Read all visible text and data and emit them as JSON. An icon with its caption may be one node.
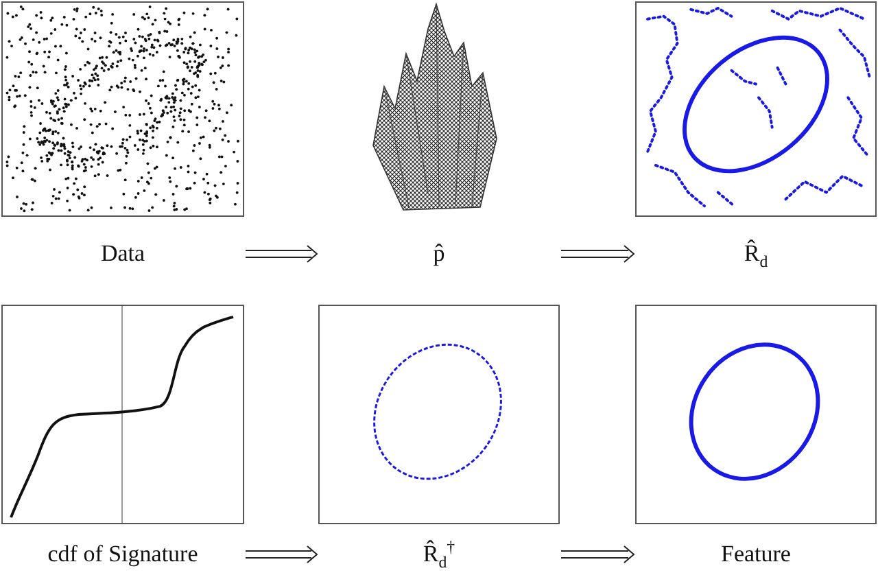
{
  "diagram": {
    "nodes": [
      {
        "text": [
          "Data"
        ]
      },
      {
        "text": [
          "p̂"
        ]
      },
      {
        "text": [
          "R̂$_{d}$"
        ]
      },
      {
        "text": [
          "cdf of Signature"
        ]
      },
      {
        "text": [
          "R̂$_{d}$$^{†}$"
        ]
      },
      {
        "text": [
          "Feature"
        ]
      }
    ],
    "edges": [
      {
        "from": 0,
        "to": 1,
        "arrow": "to"
      },
      {
        "from": 1,
        "to": 2,
        "arrow": "to"
      },
      {
        "from": 3,
        "to": 4,
        "arrow": "to"
      },
      {
        "from": 4,
        "to": 5,
        "arrow": "to"
      }
    ]
  }
}
